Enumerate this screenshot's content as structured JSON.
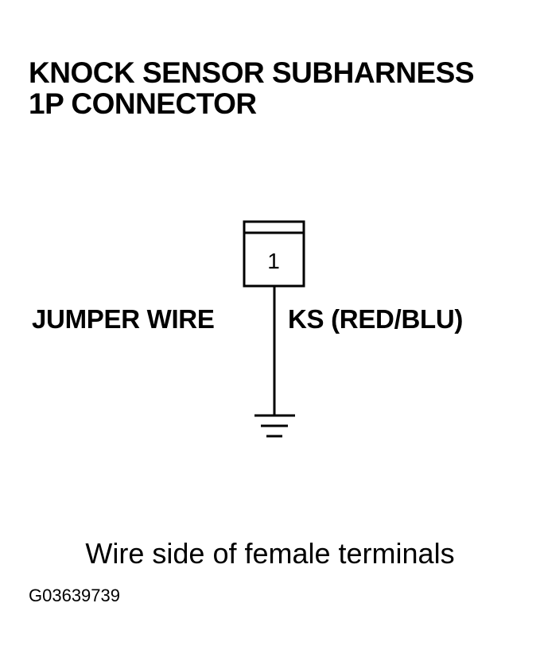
{
  "title": {
    "line1": "KNOCK SENSOR SUBHARNESS",
    "line2": "1P CONNECTOR"
  },
  "connector": {
    "pin_number": "1"
  },
  "wires": {
    "left_label": "JUMPER WIRE",
    "right_label": "KS (RED/BLU)"
  },
  "ground": {
    "icon": "ground-symbol-icon"
  },
  "caption": "Wire side of female terminals",
  "figure_id": "G03639739"
}
